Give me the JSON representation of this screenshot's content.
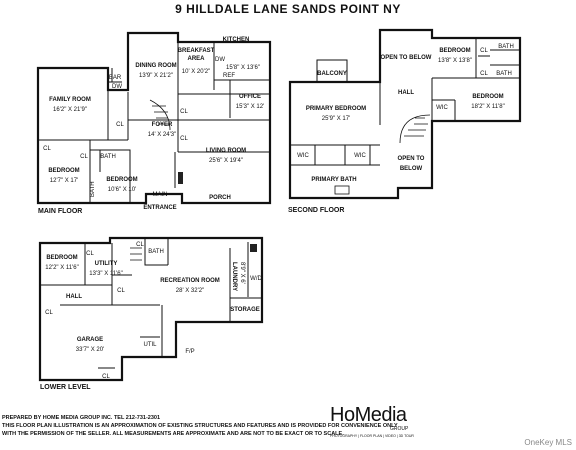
{
  "title": "9 HILLDALE LANE SANDS POINT NY",
  "floors": {
    "main": "MAIN FLOOR",
    "second": "SECOND FLOOR",
    "lower": "LOWER LEVEL"
  },
  "rooms": {
    "kitchen": "KITCHEN",
    "dw": "DW",
    "kitchen_dim": "15'8\" X 13'6\"",
    "ref": "REF",
    "breakfast": "BREAKFAST",
    "breakfast2": "AREA",
    "breakfast_dim": "10' X 20'2\"",
    "dining": "DINING ROOM",
    "dining_dim": "13'9\" X 21'2\"",
    "bar": "BAR",
    "dw2": "DW",
    "family": "FAMILY ROOM",
    "family_dim": "16'2\" X 21'9\"",
    "office": "OFFICE",
    "office_dim": "15'3\" X 12'",
    "foyer": "FOYER",
    "foyer_dim": "14' X 24'3\"",
    "living": "LIVING ROOM",
    "living_dim": "25'6\" X 19'4\"",
    "bedroom1": "BEDROOM",
    "bedroom1_dim": "12'7\" X 17'",
    "bath1": "BATH",
    "bath1b": "BATH",
    "bedroom2": "BEDROOM",
    "bedroom2_dim": "10'6\" X 10'",
    "main_entrance1": "MAIN",
    "main_entrance2": "ENTRANCE",
    "porch": "PORCH",
    "balcony": "BALCONY",
    "open_below1": "OPEN TO BELOW",
    "bedroom3": "BEDROOM",
    "bedroom3_dim": "13'8\" X 13'8\"",
    "bath3": "BATH",
    "primary_bed": "PRIMARY BEDROOM",
    "primary_bed_dim": "25'9\" X 17'",
    "hall": "HALL",
    "bath4": "BATH",
    "bedroom4": "BEDROOM",
    "bedroom4_dim": "18'2\" X 11'8\"",
    "wic1": "WIC",
    "wic2": "WIC",
    "wic3": "WIC",
    "open_below2a": "OPEN TO",
    "open_below2b": "BELOW",
    "primary_bath": "PRIMARY BATH",
    "bedroom5": "BEDROOM",
    "bedroom5_dim": "12'2\" X 11'6\"",
    "utility": "UTILITY",
    "utility_dim": "13'3\" X 11'6\"",
    "bath5": "BATH",
    "rec": "RECREATION ROOM",
    "rec_dim": "28' X 32'2\"",
    "laundry": "LAUNDRY",
    "laundry_dim": "8'9\" X 6'",
    "storage": "STORAGE",
    "hall2": "HALL",
    "garage": "GARAGE",
    "garage_dim": "33'7\" X 20'",
    "util": "UTIL",
    "fp": "F/P",
    "cl": "CL",
    "wd": "W/D"
  },
  "disclaimer": [
    "PREPARED BY HOME MEDIA GROUP INC. TEL 212-731-2301",
    "THIS FLOOR PLAN ILLUSTRATION IS AN APPROXIMATION OF EXISTING STRUCTURES AND FEATURES AND IS PROVIDED FOR CONVENIENCE ONLY",
    "WITH THE PERMISSION OF THE SELLER. ALL MEASUREMENTS ARE APPROXIMATE AND ARE NOT TO BE EXACT OR TO SCALE."
  ],
  "logo": {
    "brand": "HoMedia",
    "group": "GROUP",
    "tagline": "PHOTOGRAPHY | FLOOR PLAN | VIDEO | 3D TOUR"
  },
  "credit": "OneKey MLS"
}
